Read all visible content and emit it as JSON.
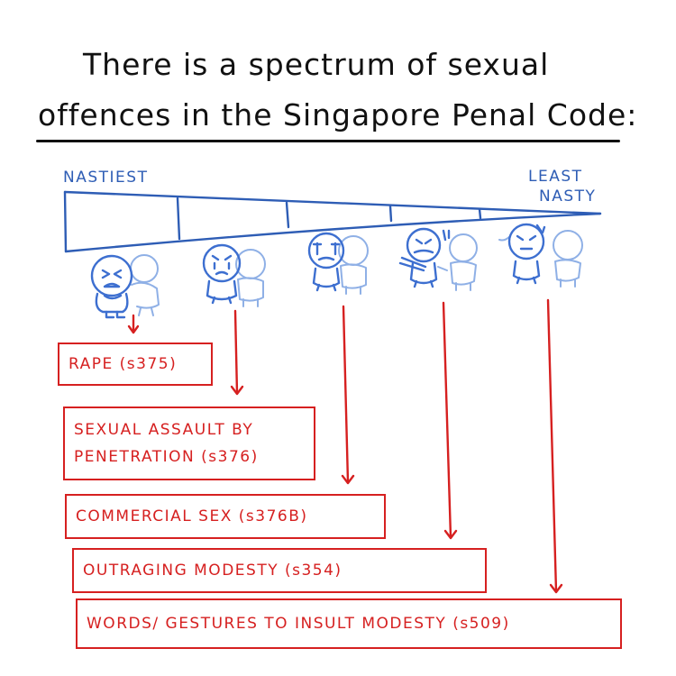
{
  "title": {
    "line1": "There is a spectrum of sexual",
    "line2": "offences in the Singapore Penal Code:"
  },
  "scale": {
    "left_label": "NASTIEST",
    "right_label_line1": "LEAST",
    "right_label_line2": "NASTY"
  },
  "offences": [
    {
      "lines": [
        "RAPE (s375)"
      ]
    },
    {
      "lines": [
        "SEXUAL ASSAULT BY",
        "PENETRATION (s376)"
      ]
    },
    {
      "lines": [
        "COMMERCIAL SEX (s376B)"
      ]
    },
    {
      "lines": [
        "OUTRAGING MODESTY (s354)"
      ]
    },
    {
      "lines": [
        "WORDS/ GESTURES TO INSULT MODESTY (s509)"
      ]
    }
  ],
  "colors": {
    "ink": "#111111",
    "scale_blue": "#2e5db5",
    "figure_blue": "#3d6fd0",
    "figure_light_blue": "#8fb0e6",
    "offence_red": "#d62020"
  },
  "icons": [
    "distressed-face-icon",
    "sad-face-icon",
    "worried-face-icon",
    "harassed-face-icon",
    "insulted-face-icon"
  ]
}
